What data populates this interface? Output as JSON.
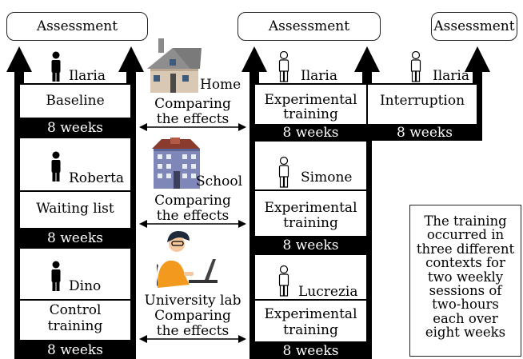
{
  "assessments": [
    "Assessment",
    "Assessment",
    "Assessment"
  ],
  "columns": {
    "left": {
      "names": [
        "Ilaria",
        "Roberta",
        "Dino"
      ],
      "conditions": [
        [
          "Baseline"
        ],
        [
          "Waiting list"
        ],
        [
          "Control",
          "training"
        ]
      ],
      "weeks": [
        "8 weeks",
        "8 weeks",
        "8 weeks"
      ]
    },
    "middle": {
      "names": [
        "Ilaria",
        "Simone",
        "Lucrezia"
      ],
      "conditions": [
        [
          "Experimental",
          "training"
        ],
        [
          "Experimental",
          "training"
        ],
        [
          "Experimental",
          "training"
        ]
      ],
      "weeks": [
        "8 weeks",
        "8 weeks",
        "8 weeks"
      ]
    },
    "right": {
      "names": [
        "Ilaria"
      ],
      "conditions": [
        [
          "Interruption"
        ]
      ],
      "weeks": [
        "8 weeks"
      ]
    }
  },
  "contexts": [
    {
      "place": "Home",
      "caption": [
        "Comparing",
        "the effects"
      ],
      "icon": "house-icon"
    },
    {
      "place": "School",
      "caption": [
        "Comparing",
        "the effects"
      ],
      "icon": "school-building-icon"
    },
    {
      "place": "University lab",
      "caption": [
        "Comparing",
        "the effects"
      ],
      "icon": "person-at-laptop-icon"
    }
  ],
  "note_lines": [
    "The training",
    "occurred in",
    "three different",
    "contexts for",
    "two weekly",
    "sessions of",
    "two-hours",
    "each over",
    "eight weeks"
  ],
  "colors": {
    "arrow": "#000000",
    "house_roof": "#7a7a7a",
    "house_wall": "#d9c8b4",
    "school_wall": "#7f86b8",
    "school_roof": "#8a3b2e",
    "person_shirt": "#f39a1e",
    "person_hair": "#1e2a3a"
  }
}
